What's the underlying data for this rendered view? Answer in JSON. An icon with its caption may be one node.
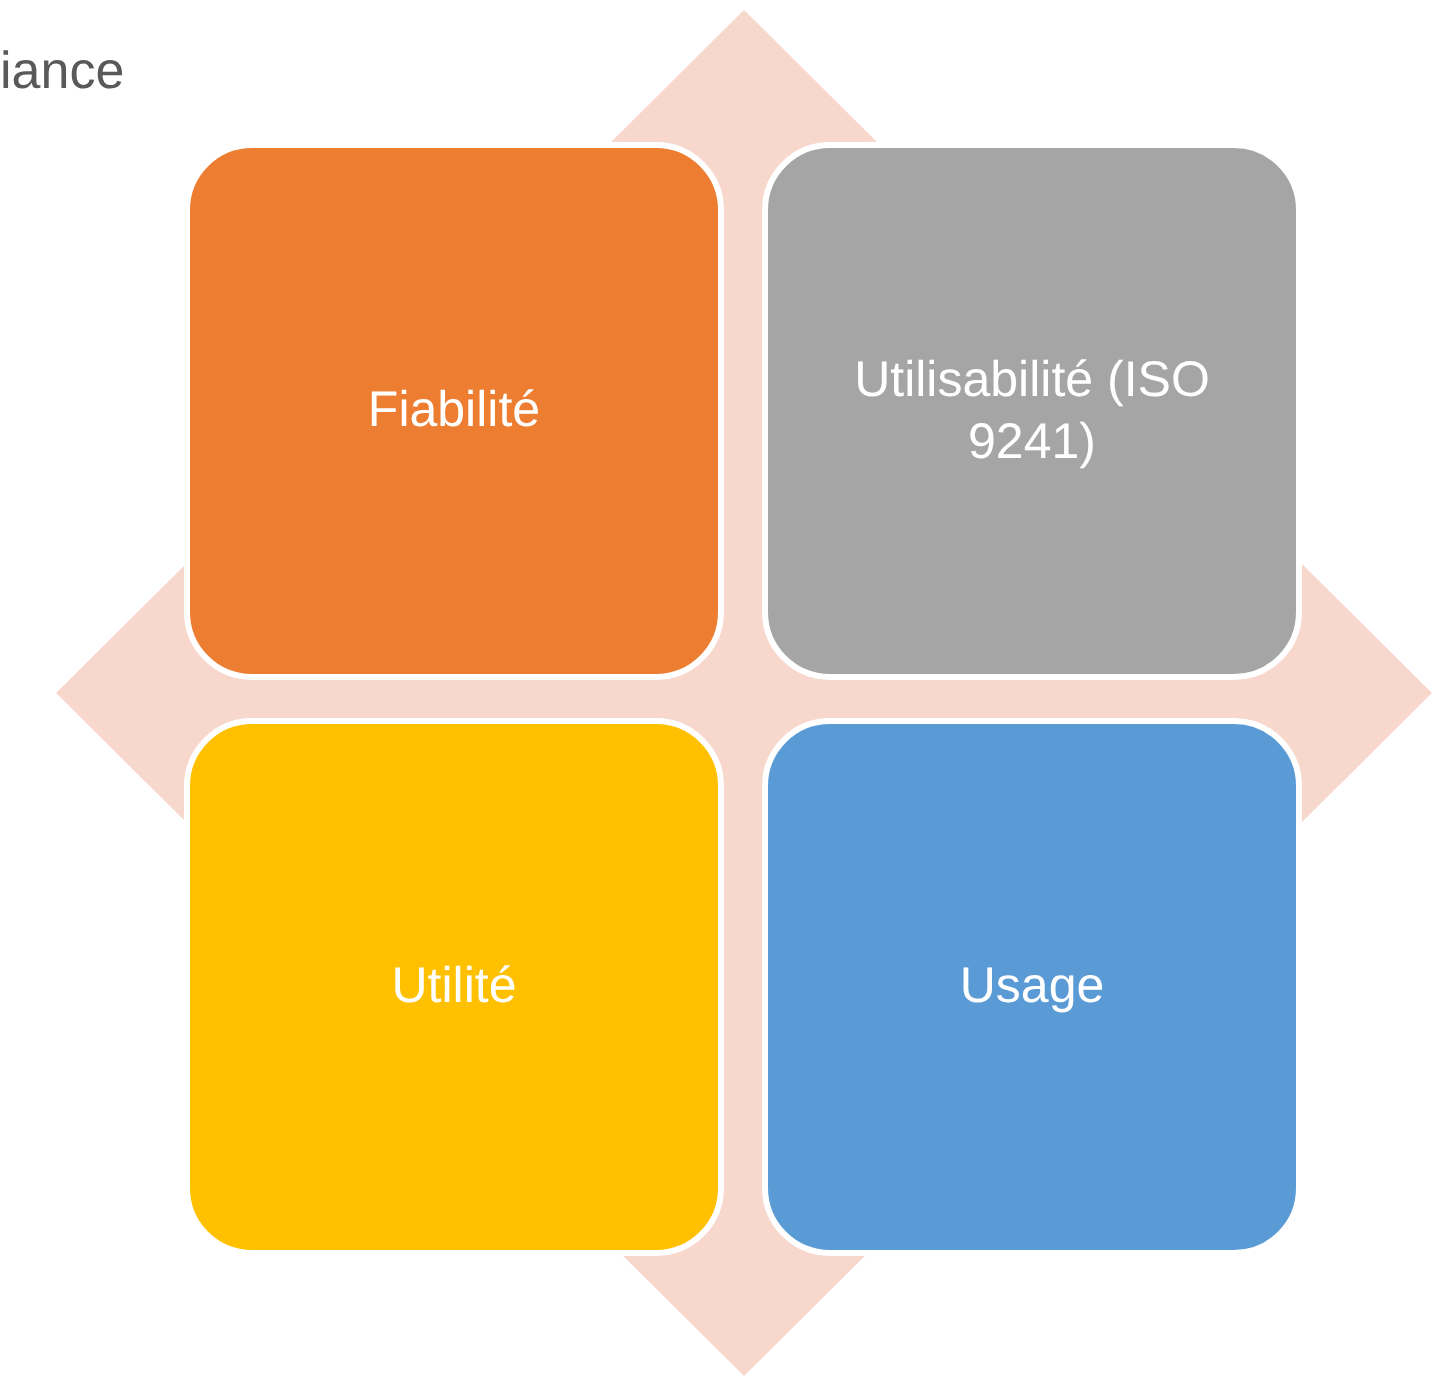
{
  "diagram": {
    "nodes": [
      {
        "text": [],
        "shape": "diamond"
      },
      {
        "text": [
          "Fiabilité"
        ],
        "in": 0
      },
      {
        "text": [
          "Utilisabilité (ISO 9241)"
        ],
        "in": 0
      },
      {
        "text": [
          "Utilité"
        ],
        "in": 0
      },
      {
        "text": [
          "Usage"
        ],
        "in": 0
      }
    ],
    "labels": [
      "iance"
    ]
  }
}
